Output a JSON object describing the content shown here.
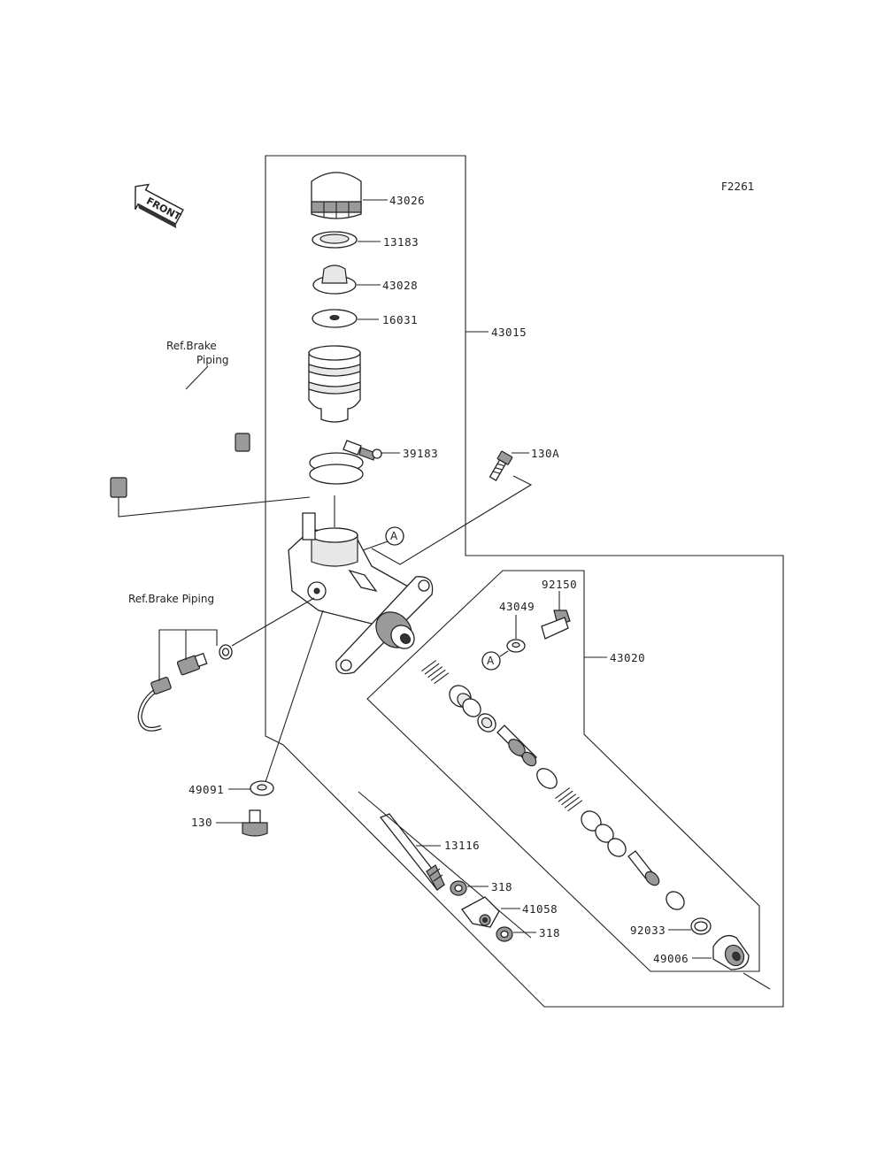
{
  "figure_code": "F2261",
  "front_label": "FRONT",
  "references": {
    "brake_piping_upper_line1": "Ref.Brake",
    "brake_piping_upper_line2": "Piping",
    "brake_piping_lower": "Ref.Brake Piping"
  },
  "callout_marker": "A",
  "parts": {
    "p43026": "43026",
    "p13183": "13183",
    "p43028": "43028",
    "p16031": "16031",
    "p43015": "43015",
    "p39183": "39183",
    "p130A": "130A",
    "p92150": "92150",
    "p43049": "43049",
    "p43020": "43020",
    "p49091": "49091",
    "p130": "130",
    "p13116": "13116",
    "p318a": "318",
    "p41058": "41058",
    "p318b": "318",
    "p92033": "92033",
    "p49006": "49006"
  }
}
